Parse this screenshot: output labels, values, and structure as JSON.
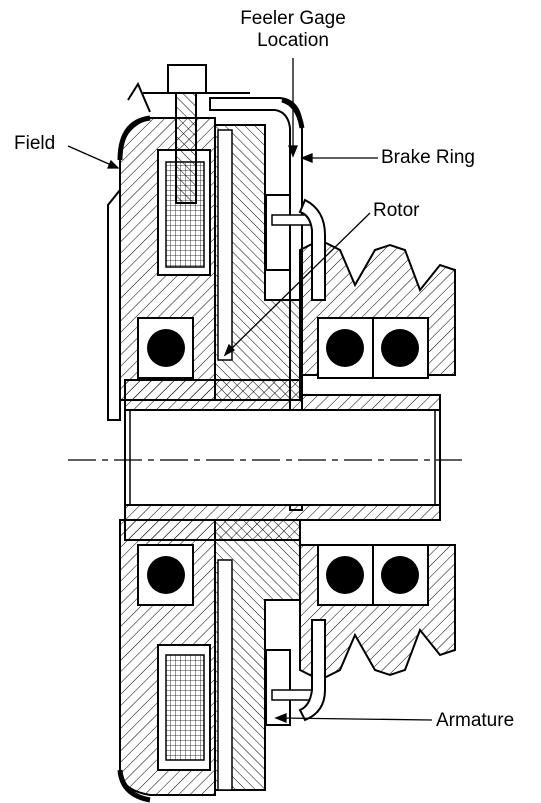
{
  "labels": {
    "feeler_gage_line1": "Feeler Gage",
    "feeler_gage_line2": "Location",
    "field": "Field",
    "brake_ring": "Brake Ring",
    "rotor": "Rotor",
    "armature": "Armature"
  },
  "colors": {
    "ink": "#000000",
    "paper": "#ffffff"
  }
}
